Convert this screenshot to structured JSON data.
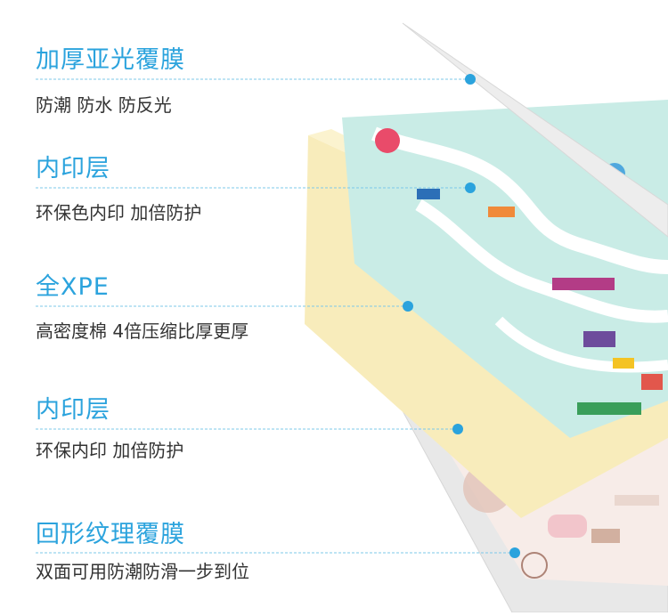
{
  "colors": {
    "accent": "#2ba3dd",
    "text": "#333333",
    "film": "#eeeeee",
    "print": "#c9ece6",
    "xpe": "#f9efc0",
    "back_print": "#f7ece8"
  },
  "layers": [
    {
      "title": "加厚亚光覆膜",
      "desc": "防潮 防水 防反光"
    },
    {
      "title": "内印层",
      "desc": "环保色内印 加倍防护"
    },
    {
      "title": "全XPE",
      "desc": "高密度棉 4倍压缩比厚更厚"
    },
    {
      "title": "内印层",
      "desc": "环保内印 加倍防护"
    },
    {
      "title": "回形纹理覆膜",
      "desc": "双面可用防潮防滑一步到位"
    }
  ]
}
